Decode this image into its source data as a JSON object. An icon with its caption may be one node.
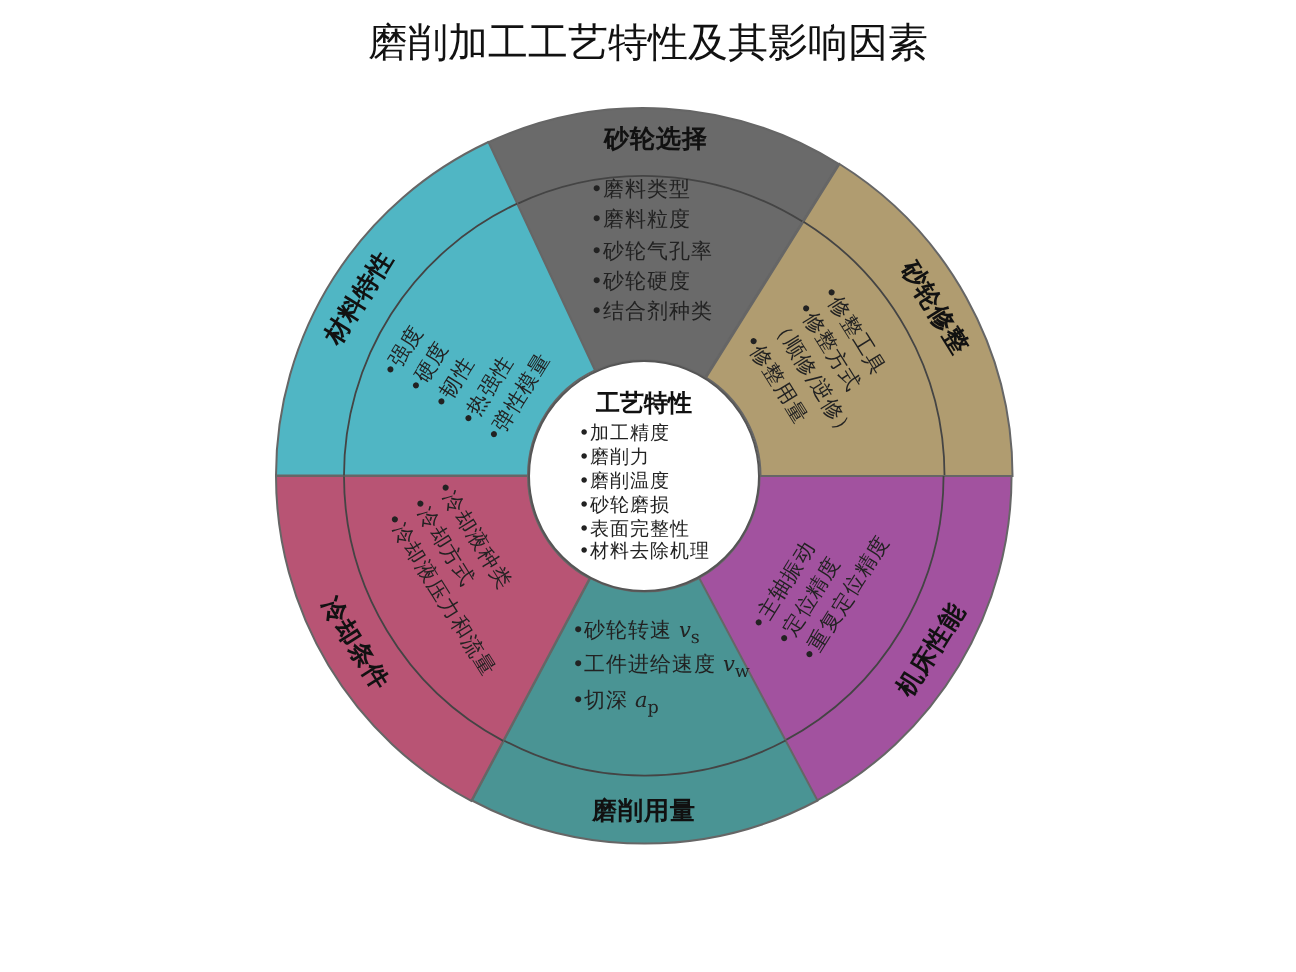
{
  "diagram": {
    "title": "磨削加工工艺特性及其影响因素",
    "nodes": [
      {
        "text": [
          "工艺特性",
          "•加工精度",
          "•磨削力",
          "•磨削温度",
          "•砂轮磨损",
          "•表面完整性",
          "•材料去除机理"
        ]
      },
      {
        "text": [
          "砂轮选择",
          "•磨料类型",
          "•磨料粒度",
          "•砂轮气孔率",
          "•砂轮硬度",
          "•结合剂种类"
        ]
      },
      {
        "text": [
          "砂轮修整",
          "•修整工具",
          "•修整方式",
          "（顺修/逆修）",
          "•修整用量"
        ]
      },
      {
        "text": [
          "机床性能",
          "•主轴振动",
          "•定位精度",
          "•重复定位精度"
        ]
      },
      {
        "text": [
          "磨削用量",
          "•砂轮转速 *v*$_{s}$",
          "•工件进给速度 *v*$_{w}$",
          "•切深 *a*$_{p}$"
        ]
      },
      {
        "text": [
          "冷却条件",
          "•冷却液种类",
          "•冷却方式",
          "•冷却液压力和流量"
        ]
      },
      {
        "text": [
          "材料特性",
          "•强度",
          "•硬度",
          "•韧性",
          "•热强性",
          "•弹性模量"
        ]
      }
    ]
  }
}
